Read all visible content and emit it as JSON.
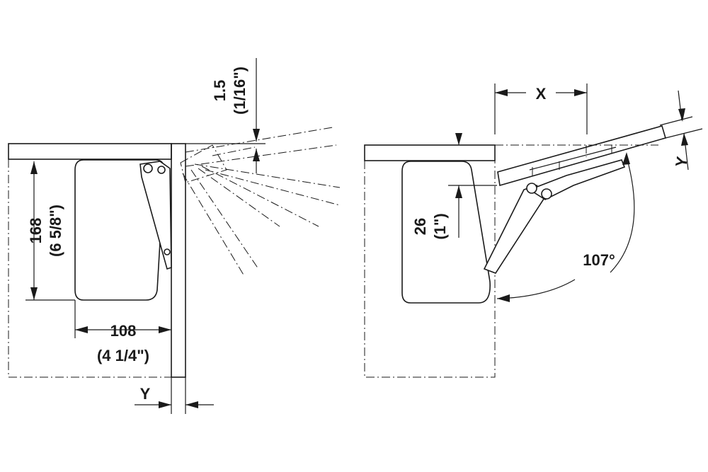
{
  "left_view": {
    "height_mm": "168",
    "height_in": "(6 5/8\")",
    "width_mm": "108",
    "width_in": "(4 1/4\")",
    "offset_mm": "1.5",
    "offset_in": "(1/16\")",
    "y_label": "Y"
  },
  "right_view": {
    "x_label": "X",
    "y_label": "Y",
    "angle": "107°",
    "depth_mm": "26",
    "depth_in": "(1\")"
  },
  "colors": {
    "line": "#1a1a1a",
    "background": "#ffffff"
  }
}
